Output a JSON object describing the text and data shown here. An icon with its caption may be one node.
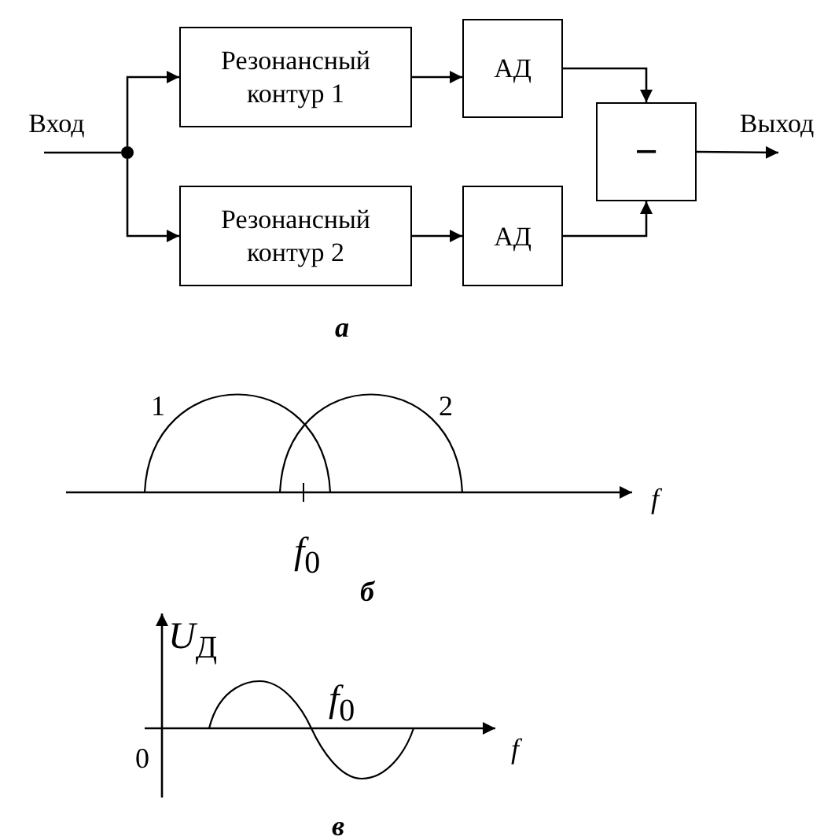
{
  "diagram": {
    "nodes": [
      {
        "text": [
          "Вход"
        ]
      },
      {
        "text": [],
        "shape": "circle"
      },
      {
        "text": [
          "Резонансный контур 1"
        ]
      },
      {
        "text": [
          "АД"
        ]
      },
      {
        "text": [
          "Резонансный контур 2"
        ]
      },
      {
        "text": [
          "АД"
        ]
      },
      {
        "text": [
          "−"
        ]
      },
      {
        "text": [
          "Выход"
        ]
      }
    ],
    "edges": [
      {
        "from": 0,
        "to": 1,
        "arrow": "none"
      },
      {
        "from": 1,
        "to": 2,
        "arrow": "to"
      },
      {
        "from": 1,
        "to": 4,
        "arrow": "to"
      },
      {
        "from": 2,
        "to": 3,
        "arrow": "to"
      },
      {
        "from": 4,
        "to": 5,
        "arrow": "to"
      },
      {
        "from": 3,
        "to": 6,
        "arrow": "to"
      },
      {
        "from": 5,
        "to": 6,
        "arrow": "to"
      },
      {
        "from": 6,
        "to": 7,
        "arrow": "to"
      }
    ],
    "labels": [
      "а",
      "1",
      "2",
      "f",
      "*f*$_{0}$",
      "б",
      "*U*$_{Д}$",
      "*f*$_{0}$",
      "f",
      "0",
      "в"
    ]
  }
}
